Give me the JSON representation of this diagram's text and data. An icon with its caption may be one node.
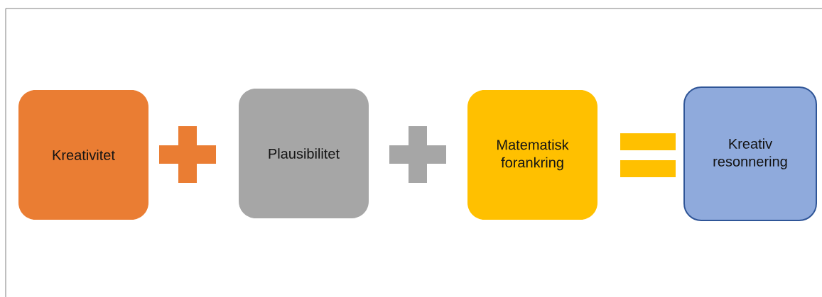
{
  "diagram": {
    "nodes": [
      {
        "text": [
          "Kreativitet"
        ]
      },
      {
        "text": [],
        "shape": "plus"
      },
      {
        "text": [
          "Plausibilitet"
        ]
      },
      {
        "text": [],
        "shape": "plus"
      },
      {
        "text": [
          "Matematisk forankring"
        ]
      },
      {
        "text": [],
        "shape": "equals"
      },
      {
        "text": [
          "Kreativ resonnering"
        ]
      }
    ]
  }
}
